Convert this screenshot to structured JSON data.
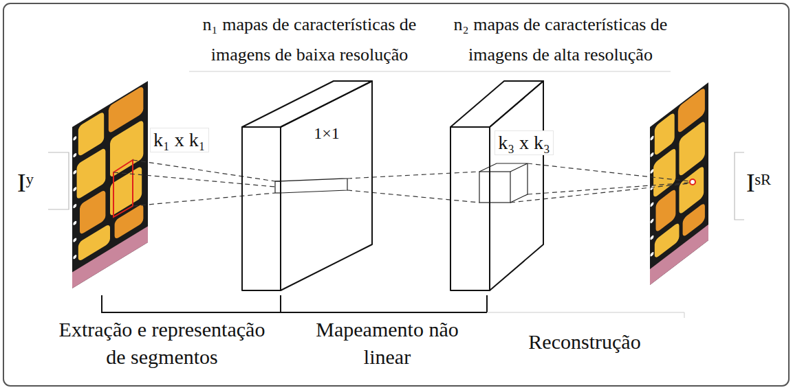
{
  "diagram": {
    "nodes": [
      {
        "text": [
          "n₁ mapas de características de imagens de baixa resolução",
          "1×1"
        ]
      },
      {
        "text": [
          "n₂ mapas de características de imagens de alta resolução",
          "k₃ x k₃"
        ]
      }
    ],
    "labels": [
      "Iʸ",
      "k₁ x k₁",
      "Iˢᴿ",
      "Extração e representação de segmentos",
      "Mapeamento não linear",
      "Reconstrução"
    ]
  }
}
